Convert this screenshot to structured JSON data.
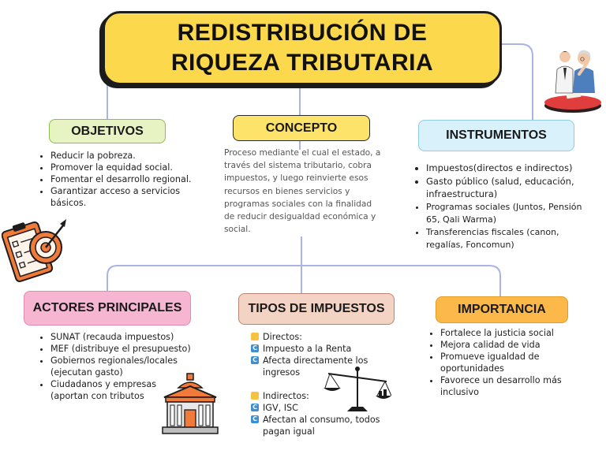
{
  "title": {
    "line1": "REDISTRIBUCIÓN DE",
    "line2": "RIQUEZA TRIBUTARIA"
  },
  "objetivos": {
    "label": "OBJETIVOS",
    "items": [
      "Reducir la pobreza.",
      "Promover la equidad social.",
      "Fomentar el desarrollo regional.",
      "Garantizar acceso a servicios básicos."
    ]
  },
  "concepto": {
    "label": "CONCEPTO",
    "text": "Proceso mediante el cual el estado, a través del sistema tributario, cobra impuestos, y luego reinvierte esos recursos en bienes servicios y programas sociales con la finalidad de reducir desigualdad económica y social."
  },
  "instrumentos": {
    "label": "INSTRUMENTOS",
    "items": [
      "Impuestos(directos e indirectos)",
      "Gasto público (salud, educación, infraestructura)",
      "Programas sociales (Juntos, Pensión 65, Qali Warma)",
      "Transferencias fiscales (canon, regalías, Foncomun)"
    ]
  },
  "actores": {
    "label": "ACTORES PRINCIPALES",
    "items": [
      "SUNAT (recauda impuestos)",
      "MEF (distribuye el presupuesto)",
      "Gobiernos regionales/locales (ejecutan gasto)",
      "Ciudadanos y empresas (aportan con tributos"
    ]
  },
  "tipos": {
    "label": "TIPOS DE IMPUESTOS",
    "directos": {
      "heading": "Directos:",
      "items": [
        "Impuesto a la Renta",
        "Afecta directamente los ingresos"
      ]
    },
    "indirectos": {
      "heading": "Indirectos:",
      "items": [
        "IGV, ISC",
        "Afectan al consumo, todos pagan igual"
      ]
    },
    "marker": "C"
  },
  "importancia": {
    "label": "IMPORTANCIA",
    "items": [
      "Fortalece la justicia social",
      "Mejora calidad de vida",
      "Promueve igualdad de oportunidades",
      "Favorece un desarrollo más inclusivo"
    ]
  },
  "colors": {
    "title_fill": "#fcd94c",
    "connector": "#a9b3e6",
    "objetivos": "#e8f3c4",
    "concepto": "#fde36a",
    "instrumentos": "#d9f1fb",
    "actores": "#f6b6d2",
    "tipos": "#f3d3c4",
    "importancia": "#fcb94a"
  },
  "icons": [
    "people-meeting-icon",
    "target-clipboard-icon",
    "government-building-icon",
    "balance-scale-icon"
  ]
}
